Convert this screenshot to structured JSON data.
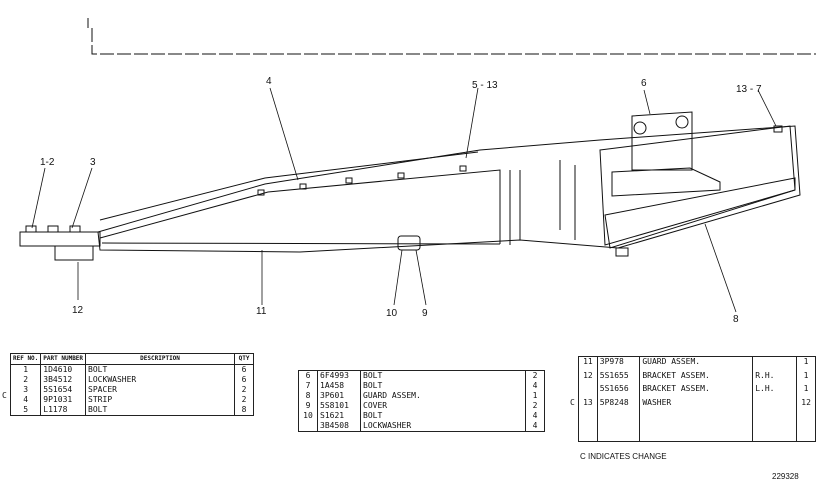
{
  "callouts": [
    {
      "id": "c1",
      "text": "1-2"
    },
    {
      "id": "c2",
      "text": "3"
    },
    {
      "id": "c3",
      "text": "4"
    },
    {
      "id": "c4",
      "text": "5 - 13"
    },
    {
      "id": "c5",
      "text": "6"
    },
    {
      "id": "c6",
      "text": "13 - 7"
    },
    {
      "id": "c7",
      "text": "12"
    },
    {
      "id": "c8",
      "text": "11"
    },
    {
      "id": "c9",
      "text": "10"
    },
    {
      "id": "c10",
      "text": "9"
    },
    {
      "id": "c11",
      "text": "8"
    }
  ],
  "table1": {
    "headers": {
      "ref": "REF NO.",
      "part": "PART NUMBER",
      "desc": "DESCRIPTION",
      "qty": "QTY"
    },
    "change_mark": "C",
    "rows": [
      {
        "ref": "1",
        "part": "1D4610",
        "desc": "BOLT",
        "qty": "6"
      },
      {
        "ref": "2",
        "part": "3B4512",
        "desc": "LOCKWASHER",
        "qty": "6"
      },
      {
        "ref": "3",
        "part": "5S1654",
        "desc": "SPACER",
        "qty": "2"
      },
      {
        "ref": "4",
        "part": "9P1031",
        "desc": "STRIP",
        "qty": "2"
      },
      {
        "ref": "5",
        "part": "L1178",
        "desc": "BOLT",
        "qty": "8"
      }
    ]
  },
  "table2": {
    "rows": [
      {
        "ref": "6",
        "part": "6F4993",
        "desc": "BOLT",
        "qty": "2"
      },
      {
        "ref": "7",
        "part": "1A458",
        "desc": "BOLT",
        "qty": "4"
      },
      {
        "ref": "8",
        "part": "3P601",
        "desc": "GUARD ASSEM.",
        "qty": "1"
      },
      {
        "ref": "9",
        "part": "5S8101",
        "desc": "COVER",
        "qty": "2"
      },
      {
        "ref": "10",
        "part": "S1621",
        "desc": "BOLT",
        "qty": "4"
      },
      {
        "ref": "",
        "part": "3B4508",
        "desc": "LOCKWASHER",
        "qty": "4"
      }
    ]
  },
  "table3": {
    "change_mark": "C",
    "rows": [
      {
        "ref": "11",
        "part": "3P978",
        "desc": "GUARD ASSEM.",
        "side": "",
        "qty": "1"
      },
      {
        "ref": "12",
        "part": "5S1655",
        "desc": "BRACKET ASSEM.",
        "side": "R.H.",
        "qty": "1"
      },
      {
        "ref": "",
        "part": "5S1656",
        "desc": "BRACKET ASSEM.",
        "side": "L.H.",
        "qty": "1"
      },
      {
        "ref": "13",
        "part": "5P8248",
        "desc": "WASHER",
        "side": "",
        "qty": "12"
      }
    ]
  },
  "legend": "C INDICATES CHANGE",
  "drawing_number": "229328"
}
